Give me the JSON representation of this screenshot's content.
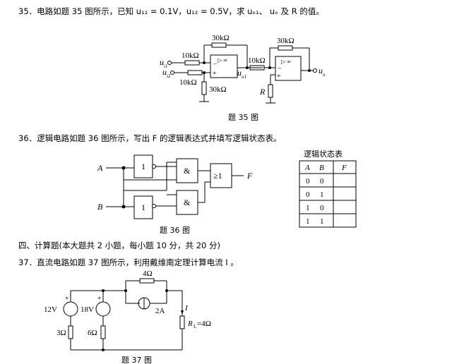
{
  "q35": {
    "line": "35．电路如题 35 图所示，已知 u₁₁ = 0.1V，u₁₂ = 0.5V，求 uₒ₁、 uₒ 及 R 的值。",
    "labels": {
      "r_fb1": "30kΩ",
      "r_in1": "10kΩ",
      "r_in2": "10kΩ",
      "r_gnd1": "30kΩ",
      "r_fb2": "30kΩ",
      "r_in3": "10kΩ",
      "r_var": "R",
      "in1": "u",
      "in1_sub": "i1",
      "in2": "u",
      "in2_sub": "i2",
      "out1": "u",
      "out1_sub": "o1",
      "out": "u",
      "out_sub": "o",
      "opamp_sym": "▷ ∞",
      "minus": "−",
      "plus": "+"
    },
    "caption": "题 35 图"
  },
  "q36": {
    "line": "36．逻辑电路如题 36 图所示，写出 F 的逻辑表达式并填写逻辑状态表。",
    "input_a": "A",
    "input_b": "B",
    "output_f": "F",
    "not_gate": "1",
    "and_gate": "&",
    "or_gate": "≥1",
    "caption": "题 36 图",
    "table": {
      "title": "逻辑状态表",
      "headers": [
        "A",
        "B",
        "F"
      ],
      "rows": [
        [
          "0",
          "0",
          ""
        ],
        [
          "0",
          "1",
          ""
        ],
        [
          "1",
          "0",
          ""
        ],
        [
          "1",
          "1",
          ""
        ]
      ]
    }
  },
  "section4": "四、计算题(本大题共 2 小题，每小题 10 分，共 20 分)",
  "q37": {
    "line": "37．直流电路如题 37 图所示，利用戴维南定理计算电流 I 。",
    "labels": {
      "v1": "12V",
      "v2": "18V",
      "r1": "3Ω",
      "r2": "6Ω",
      "r_top": "4Ω",
      "i_src": "2A",
      "current": "I",
      "rl": "R",
      "rl_sub": "L",
      "rl_val": "=4Ω",
      "plus": "+"
    },
    "caption": "题 37 图"
  }
}
